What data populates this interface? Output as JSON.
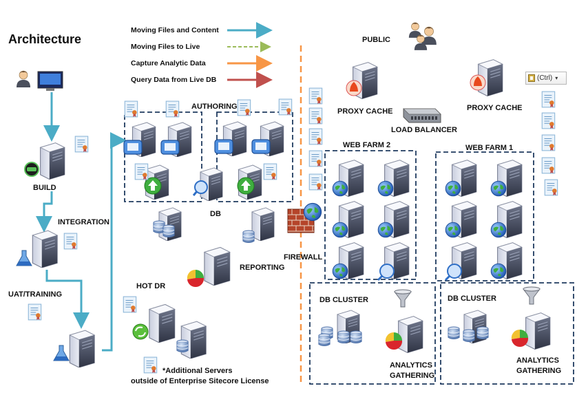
{
  "title": "Architecture",
  "legend": [
    {
      "label": "Moving Files and Content",
      "color": "#4bacc6",
      "style": "solid"
    },
    {
      "label": "Moving Files to Live",
      "color": "#9bbb59",
      "style": "dashed"
    },
    {
      "label": "Capture Analytic Data",
      "color": "#f79646",
      "style": "solid"
    },
    {
      "label": "Query Data from Live DB",
      "color": "#c0504d",
      "style": "solid"
    }
  ],
  "labels": {
    "public": "PUBLIC",
    "proxy_cache_left": "PROXY CACHE",
    "proxy_cache_right": "PROXY CACHE",
    "load_balancer": "LOAD BALANCER",
    "authoring": "AUTHORING",
    "build": "BUILD",
    "integration": "INTEGRATION",
    "uat_training": "UAT/TRAINING",
    "db": "DB",
    "reporting": "REPORTING",
    "firewall": "FIREWALL",
    "web_farm_2": "WEB FARM 2",
    "web_farm_1": "WEB FARM 1",
    "db_cluster_left": "DB CLUSTER",
    "db_cluster_right": "DB CLUSTER",
    "analytics_left_1": "ANALYTICS",
    "analytics_left_2": "GATHERING",
    "analytics_right_1": "ANALYTICS",
    "analytics_right_2": "GATHERING",
    "hot_dr": "HOT DR",
    "footnote_1": "*Additional Servers",
    "footnote_2": "outside of Enterprise Sitecore License"
  },
  "paste_options": {
    "label": "(Ctrl)",
    "icon": "clipboard-icon"
  },
  "colors": {
    "flow": "#4bacc6",
    "dashed_border": "#1f3a5f",
    "firewall_line": "#f79646",
    "server_dark": "#5a6072",
    "server_light": "#eef0f6",
    "globe": "#2f6fc6",
    "arrow_up": "#3fae3f"
  }
}
